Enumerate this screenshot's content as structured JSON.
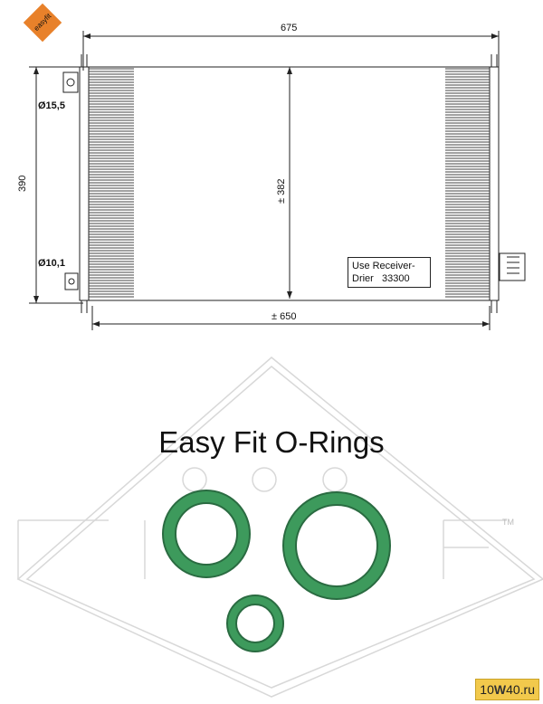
{
  "brand": {
    "logo_label": "easyfit",
    "trademark": "TM"
  },
  "dimensions": {
    "overall_width": "675",
    "overall_height": "390",
    "core_width": "± 650",
    "core_height": "± 382",
    "upper_port": "Ø15,5",
    "lower_port": "Ø10,1"
  },
  "note": {
    "line1": "Use Receiver-",
    "line2": "Drier   33300"
  },
  "headline": "Easy Fit O-Rings",
  "site": {
    "part1": "10",
    "part2": "W",
    "part3": "40",
    "part4": ".ru"
  },
  "colors": {
    "ring_green": "#3d9a5c",
    "logo_orange": "#e8812a"
  }
}
